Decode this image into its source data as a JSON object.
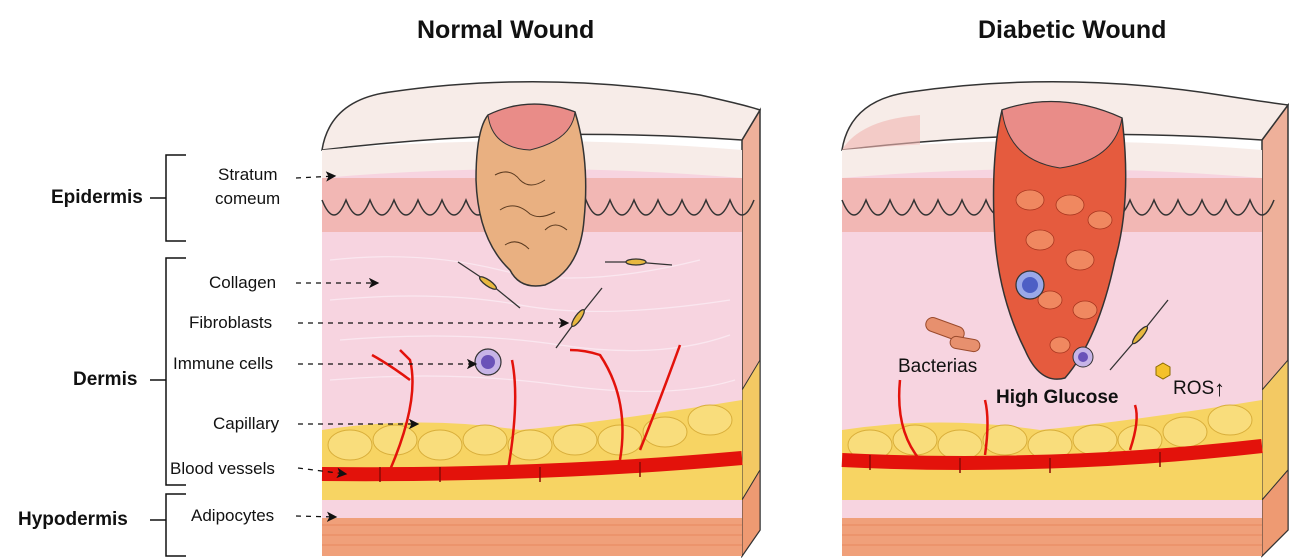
{
  "titles": {
    "normal": "Normal Wound",
    "diabetic": "Diabetic Wound"
  },
  "layers": {
    "epidermis": "Epidermis",
    "dermis": "Dermis",
    "hypodermis": "Hypodermis"
  },
  "labels": {
    "stratum_1": "Stratum",
    "stratum_2": "comeum",
    "collagen": "Collagen",
    "fibroblasts": "Fibroblasts",
    "immune_cells": "Immune cells",
    "capillary": "Capillary",
    "blood_vessels": "Blood vessels",
    "adipocytes": "Adipocytes"
  },
  "diabetic_labels": {
    "bacterias": "Bacterias",
    "high_glucose": "High Glucose",
    "ros": "ROS",
    "ros_arrow": "↑"
  },
  "colors": {
    "skin_surface": "#f7ece8",
    "epidermis_pink": "#f2b7b4",
    "dermis": "#f7d4e0",
    "fat_yellow": "#f7d463",
    "muscle": "#f0a07a",
    "vessel_red": "#e3120b",
    "wound_orange": "#e9b081",
    "diabetic_wound": "#e55b3e"
  }
}
